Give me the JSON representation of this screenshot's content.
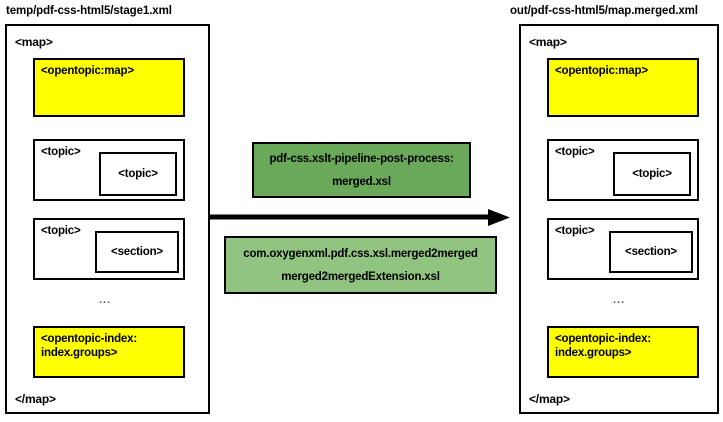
{
  "diagram": {
    "title_left": "temp/pdf-css-html5/stage1.xml",
    "title_right": "out/pdf-css-html5/map.merged.xml",
    "colors": {
      "highlight_yellow": "#FFFF00",
      "process_green_dark": "#6AA85A",
      "process_green_light": "#92C481",
      "stroke": "#000000",
      "background": "#FFFFFF"
    },
    "input_panel": {
      "open_tag": "<map>",
      "close_tag": "</map>",
      "ellipsis": "...",
      "children": [
        {
          "label": "<opentopic:map>",
          "fill": "yellow",
          "nested": null
        },
        {
          "label": "<topic>",
          "fill": "white",
          "nested": "<topic>"
        },
        {
          "label": "<topic>",
          "fill": "white",
          "nested": "<section>"
        },
        {
          "label": "<opentopic-index:\nindex.groups>",
          "fill": "yellow",
          "nested": null
        }
      ]
    },
    "output_panel": {
      "open_tag": "<map>",
      "close_tag": "</map>",
      "ellipsis": "...",
      "children": [
        {
          "label": "<opentopic:map>",
          "fill": "yellow",
          "nested": null
        },
        {
          "label": "<topic>",
          "fill": "white",
          "nested": "<topic>"
        },
        {
          "label": "<topic>",
          "fill": "white",
          "nested": "<section>"
        },
        {
          "label": "<opentopic-index:\nindex.groups>",
          "fill": "yellow",
          "nested": null
        }
      ]
    },
    "processors": [
      {
        "line1": "pdf-css.xslt-pipeline-post-process:",
        "line2": "merged.xsl"
      },
      {
        "line1": "com.oxygenxml.pdf.css.xsl.merged2merged",
        "line2": "merged2mergedExtension.xsl"
      }
    ],
    "arrow": {
      "name": "transform-arrow",
      "direction": "left-to-right"
    }
  }
}
